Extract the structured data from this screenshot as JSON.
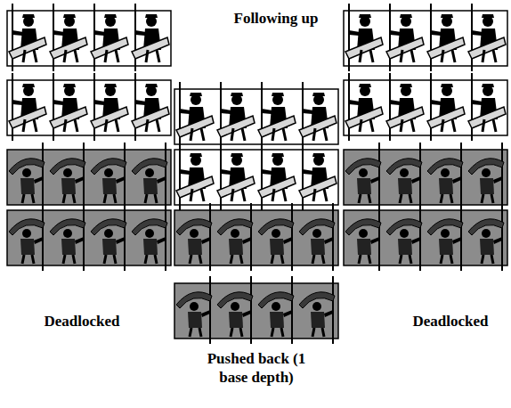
{
  "diagram": {
    "labels": [
      "Following up",
      "Deadlocked",
      "Deadlocked",
      "Pushed back (1 base depth)"
    ]
  }
}
